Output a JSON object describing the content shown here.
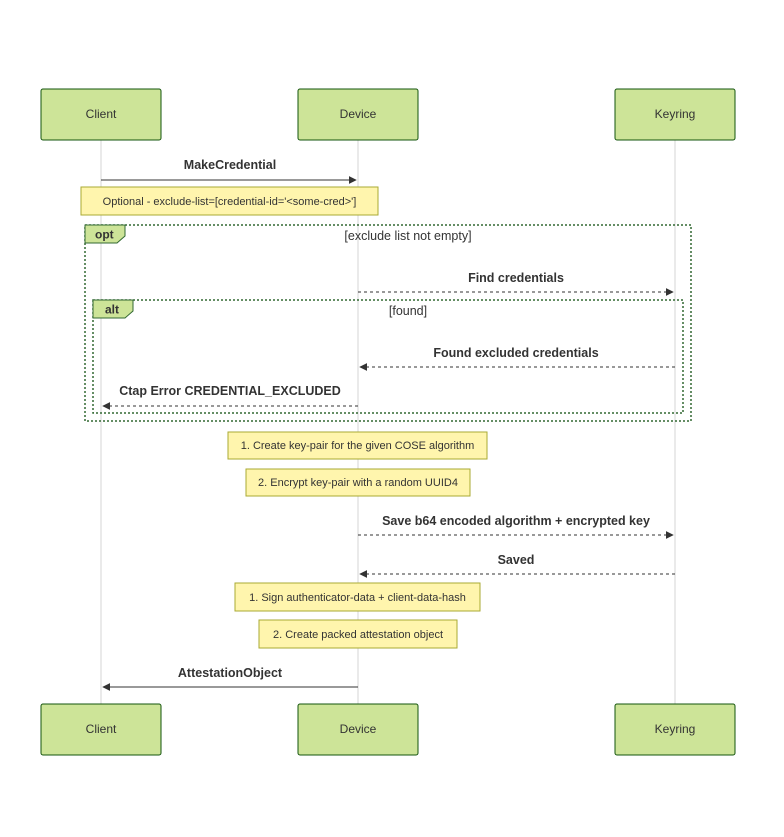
{
  "colors": {
    "actor_fill": "#cde498",
    "actor_stroke": "#13540c",
    "note_fill": "#fff5ad",
    "note_stroke": "#aaaa33",
    "frame_stroke": "#326932"
  },
  "actors": [
    {
      "id": "client",
      "label": "Client"
    },
    {
      "id": "device",
      "label": "Device"
    },
    {
      "id": "keyring",
      "label": "Keyring"
    }
  ],
  "messages": [
    {
      "id": "make-credential",
      "label": "MakeCredential"
    },
    {
      "id": "find-credentials",
      "label": "Find credentials"
    },
    {
      "id": "found-excluded",
      "label": "Found excluded credentials"
    },
    {
      "id": "ctap-error",
      "label": "Ctap Error CREDENTIAL_EXCLUDED"
    },
    {
      "id": "save-key",
      "label": "Save b64 encoded algorithm + encrypted key"
    },
    {
      "id": "saved",
      "label": "Saved"
    },
    {
      "id": "attestation-object",
      "label": "AttestationObject"
    }
  ],
  "notes": [
    {
      "id": "exclude-list",
      "label": "Optional - exclude-list=[credential-id='<some-cred>']"
    },
    {
      "id": "create-keypair",
      "label": "1. Create key-pair for the given COSE algorithm"
    },
    {
      "id": "encrypt-keypair",
      "label": "2. Encrypt key-pair with a random UUID4"
    },
    {
      "id": "sign-data",
      "label": "1. Sign authenticator-data + client-data-hash"
    },
    {
      "id": "create-attestation",
      "label": "2. Create packed attestation object"
    }
  ],
  "frames": [
    {
      "id": "opt",
      "kind": "opt",
      "condition": "[exclude list not empty]"
    },
    {
      "id": "alt",
      "kind": "alt",
      "condition": "[found]"
    }
  ]
}
